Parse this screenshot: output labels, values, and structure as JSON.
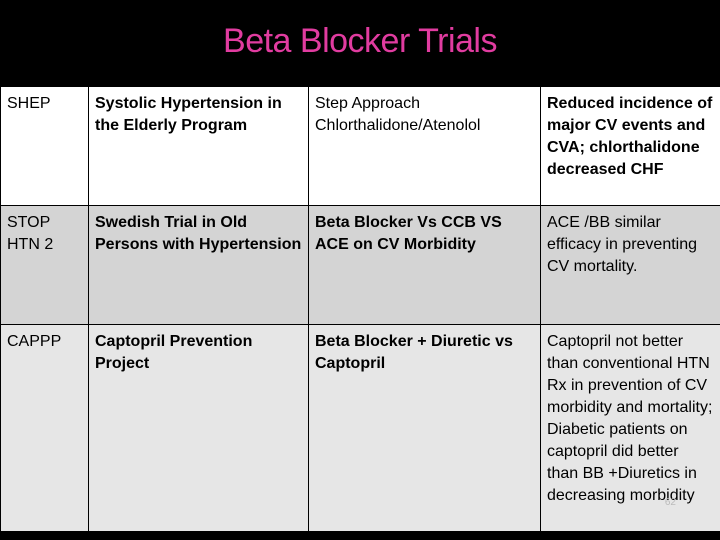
{
  "title": "Beta Blocker Trials",
  "rows": [
    {
      "abbr": "SHEP",
      "name": "Systolic Hypertension in the Elderly Program",
      "design": "Step Approach Chlorthalidone/Atenolol",
      "result": "Reduced incidence of major CV events and CVA; chlorthalidone decreased CHF"
    },
    {
      "abbr": "STOP HTN 2",
      "name": "Swedish Trial in Old Persons with Hypertension",
      "design": "Beta Blocker Vs CCB VS ACE on CV Morbidity",
      "result": "ACE /BB similar efficacy in preventing CV mortality."
    },
    {
      "abbr": "CAPPP",
      "name": "Captopril Prevention Project",
      "design": "Beta Blocker + Diuretic vs Captopril",
      "result": "Captopril not better than conventional HTN Rx in prevention of CV morbidity and mortality; Diabetic patients on captopril did better than BB +Diuretics in decreasing morbidity"
    }
  ],
  "slide_number": "62"
}
